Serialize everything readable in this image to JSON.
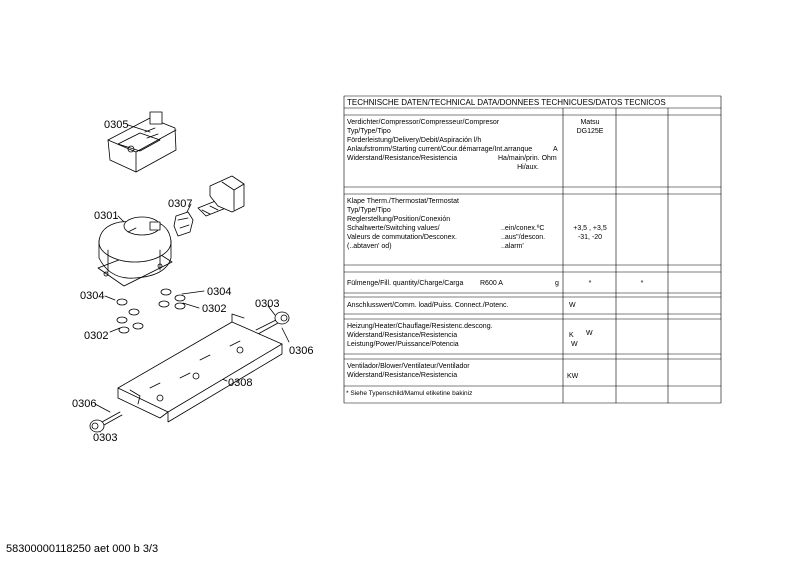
{
  "callouts": {
    "c0305": "0305",
    "c0307": "0307",
    "c0301": "0301",
    "c0304a": "0304",
    "c0304b": "0304",
    "c0302a": "0302",
    "c0302b": "0302",
    "c0303a": "0303",
    "c0306a": "0306",
    "c0308": "0308",
    "c0306b": "0306",
    "c0303b": "0303"
  },
  "table": {
    "header": "TECHNISCHE DATEN/TECHNICAL DATA/DONNEES TECHNICUES/DATOS TECNICOS",
    "compressor": {
      "l1": "Verdichter/Compressor/Compresseur/Compresor",
      "l2": "Typ/Type/Tipo",
      "l3": "Förderleistung/Delivery/Debit/Aspiración l/h",
      "l4": "Anlaufstromm/Starting current/Cour.démarrage/Int.arranque",
      "l4unit": "A",
      "l5": "Widerstand/Resistance/Resistencia",
      "l5b": "Ha/main/prin. Ohm",
      "l6": "Hi/aux.",
      "v1": "Matsu",
      "v2": "DG125E"
    },
    "thermostat": {
      "l1": "Klape Therm./Thermostat/Termostat",
      "l2": "Typ/Type/Tipo",
      "l3": "Reglerstellung/Position/Conexión",
      "l4": "Schaltwerte/Switching values/",
      "l4b": "..ein/conex.ºC",
      "l5": "Valeurs de commutation/Desconex.",
      "l5b": "..aus\"/descon.",
      "l6": "(..abtaven' od)",
      "l6b": "..alarm'",
      "v4": "+3,5 ,  +3,5",
      "v5": "-31,  -20"
    },
    "fill": {
      "label": "Fülmenge/Fill. quantity/Charge/Carga",
      "refrigerant": "R600 A",
      "unit": "g",
      "v1": "*",
      "v2": "*"
    },
    "load": {
      "label": "Anschlusswert/Comm. load/Puiss. Connect./Potenc.",
      "unit": "W"
    },
    "heater": {
      "l1": "Heizung/Heater/Chauflage/Resistenc.descong.",
      "l2": "Widerstand/Resistance/Resistencia",
      "l3": "Leistung/Power/Puissance/Potencia",
      "u2": "K",
      "u2b": "W",
      "u3": "W"
    },
    "fan": {
      "l1": "Ventilador/Blower/Ventilateur/Ventilador",
      "l2": "Widerstand/Resistance/Resistencia",
      "unit": "KW"
    },
    "footnote": "* Siehe Typenschild/Mamul etiketine bakiniz"
  },
  "footer": "58300000118250 aet 000 b 3/3"
}
